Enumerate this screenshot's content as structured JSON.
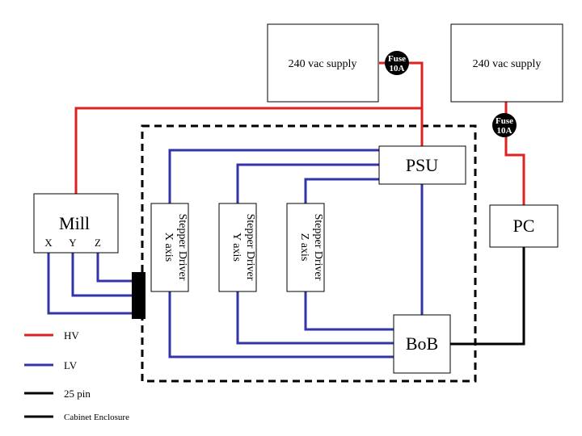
{
  "colors": {
    "hv": "#dd2222",
    "lv": "#3333aa",
    "pin25": "#000000",
    "enclosure": "#000000"
  },
  "supply_left": {
    "label": "240 vac supply"
  },
  "supply_right": {
    "label": "240 vac supply"
  },
  "fuse_left": {
    "line1": "Fuse",
    "line2": "10A"
  },
  "fuse_right": {
    "line1": "Fuse",
    "line2": "10A"
  },
  "mill": {
    "label": "Mill",
    "axes": [
      "X",
      "Y",
      "Z"
    ]
  },
  "psu": {
    "label": "PSU"
  },
  "bob": {
    "label": "BoB"
  },
  "pc": {
    "label": "PC"
  },
  "drivers": [
    {
      "line1": "X axis",
      "line2": "Stepper Driver"
    },
    {
      "line1": "Y axis",
      "line2": "Stepper Driver"
    },
    {
      "line1": "Z axis",
      "line2": "Stepper Driver"
    }
  ],
  "legend": [
    {
      "label": "HV",
      "color_key": "hv"
    },
    {
      "label": "LV",
      "color_key": "lv"
    },
    {
      "label": "25 pin",
      "color_key": "pin25"
    },
    {
      "label": "Cabinet Enclosure",
      "color_key": "enclosure"
    }
  ]
}
